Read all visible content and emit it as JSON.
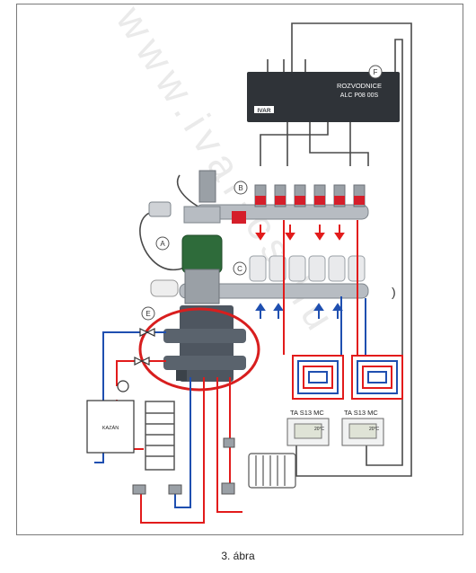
{
  "caption": "3. ábra",
  "watermark": "www.ivar-cs.hu",
  "controller": {
    "title": "ROZVODNICE",
    "model": "ALC P08 00S",
    "brand": "IVAR"
  },
  "boiler_label": "KAZÁN",
  "letters": {
    "A": "A",
    "B": "B",
    "C": "C",
    "E": "E",
    "F": "F"
  },
  "thermostats": [
    {
      "label": "TA S13 MC",
      "temp": "20°C"
    },
    {
      "label": "TA S13 MC",
      "temp": "20°C"
    }
  ],
  "colors": {
    "hot": "#e21b1b",
    "cold": "#1f4fb0",
    "wire": "#4a4a4a",
    "highlight": "#d81e1e",
    "metal": "#b7bcc2",
    "dark": "#2f3338"
  }
}
